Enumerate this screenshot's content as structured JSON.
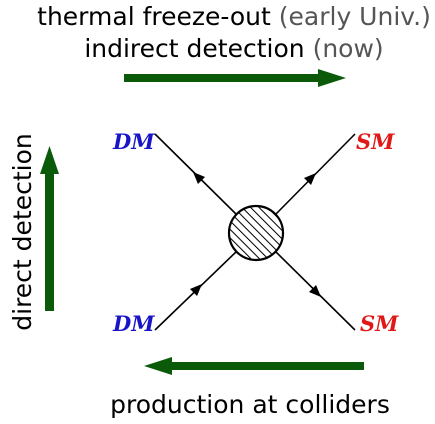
{
  "top": {
    "line1_main": "thermal freeze-out ",
    "line1_note": "(early Univ.)",
    "line2_main": "indirect detection ",
    "line2_note": "(now)"
  },
  "left": {
    "label": "direct detection"
  },
  "bottom": {
    "label": "production at colliders"
  },
  "particles": {
    "top_left": "DM",
    "top_right": "SM",
    "bottom_left": "DM",
    "bottom_right": "SM"
  },
  "colors": {
    "arrow": "#0a5a0a",
    "dm": "#1a14c8",
    "sm": "#e01818",
    "note": "#555555"
  }
}
